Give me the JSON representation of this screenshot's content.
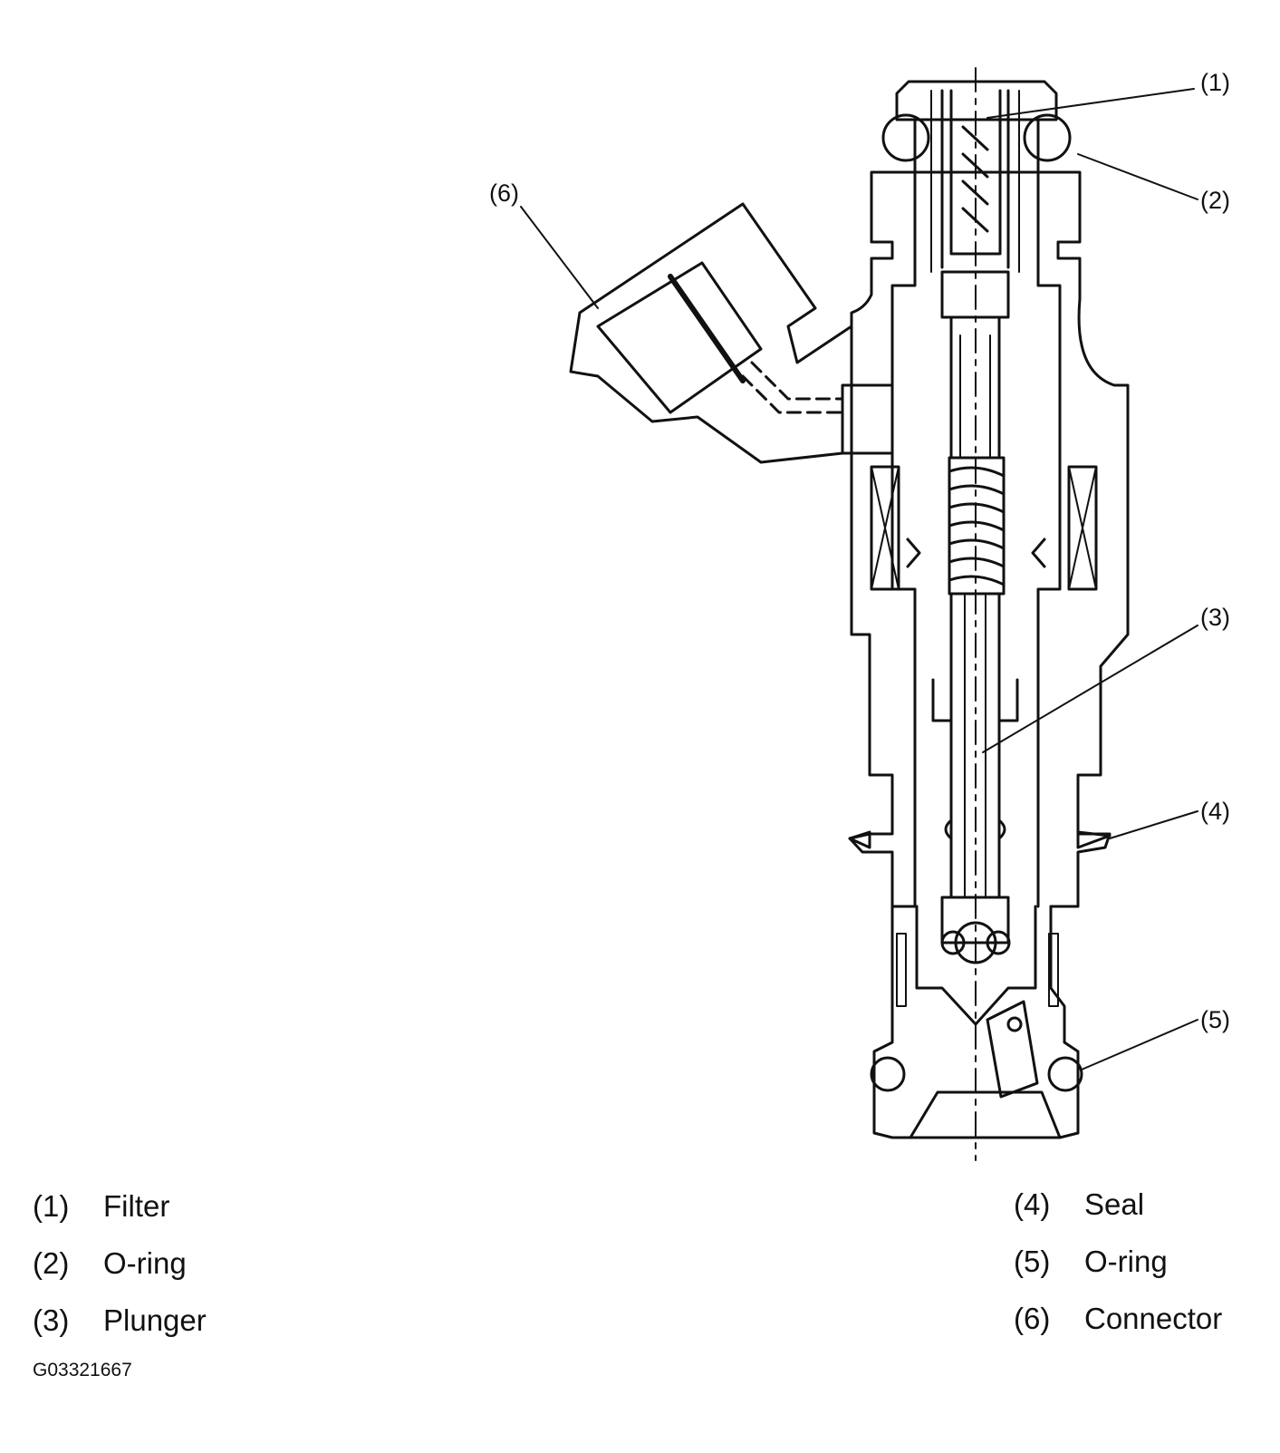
{
  "callouts": [
    "(1)",
    "(2)",
    "(3)",
    "(4)",
    "(5)",
    "(6)"
  ],
  "legend": [
    {
      "num": "(1)",
      "label": "Filter"
    },
    {
      "num": "(2)",
      "label": "O-ring"
    },
    {
      "num": "(3)",
      "label": "Plunger"
    },
    {
      "num": "(4)",
      "label": "Seal"
    },
    {
      "num": "(5)",
      "label": "O-ring"
    },
    {
      "num": "(6)",
      "label": "Connector"
    }
  ],
  "figure_id": "G03321667"
}
